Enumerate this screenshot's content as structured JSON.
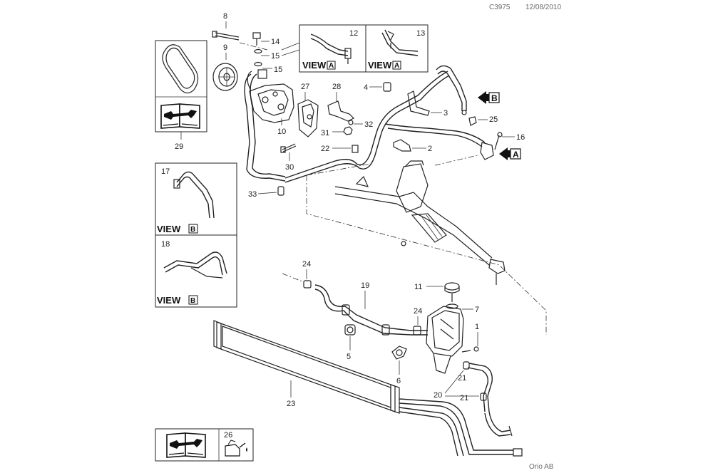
{
  "header": {
    "code": "C3975",
    "date": "12/08/2010"
  },
  "footer": {
    "brand": "Orio AB"
  },
  "callouts": {
    "c1": "1",
    "c2": "2",
    "c3": "3",
    "c4": "4",
    "c5": "5",
    "c6": "6",
    "c7": "7",
    "c8": "8",
    "c9": "9",
    "c10": "10",
    "c11": "11",
    "c12": "12",
    "c13": "13",
    "c14": "14",
    "c15a": "15",
    "c15b": "15",
    "c16": "16",
    "c17": "17",
    "c18": "18",
    "c19": "19",
    "c20": "20",
    "c21a": "21",
    "c21b": "21",
    "c22": "22",
    "c23": "23",
    "c24a": "24",
    "c24b": "24",
    "c25": "25",
    "c26": "26",
    "c27": "27",
    "c28": "28",
    "c29": "29",
    "c30": "30",
    "c31": "31",
    "c32": "32",
    "c33": "33"
  },
  "views": {
    "view_word": "VIEW",
    "letter_a": "A",
    "letter_b": "B"
  },
  "direction_arrows": {
    "arrow_a": "A",
    "arrow_b": "B"
  },
  "icons": [
    "manual-book-icon",
    "wrench-icon",
    "oil-can-icon",
    "drop-icon"
  ]
}
